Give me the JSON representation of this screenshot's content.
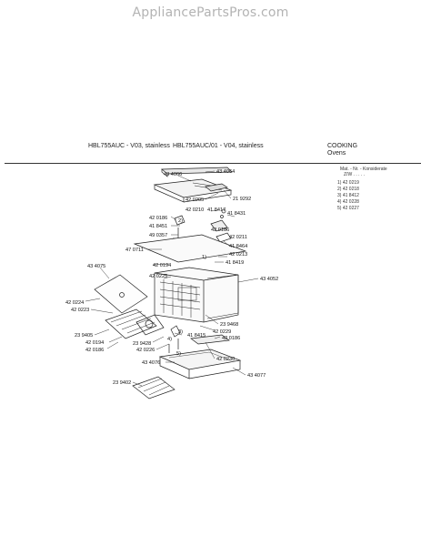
{
  "watermark": "AppliancePartsPros.com",
  "header": {
    "model_left": "HBL755AUC - V03, stainless",
    "model_right": "HBL755AUC/01 - V04, stainless",
    "category": "COOKING",
    "subcategory": "Ovens"
  },
  "side_panel": {
    "title": "Mat. - Nr. - Konsiderate",
    "subtitle": "Z/W  .  .  .  .  .",
    "items": [
      "1) 42 0219",
      "2) 42 0218",
      "3) 41 8412",
      "4) 42 0228",
      "5) 42 0227"
    ]
  },
  "part_labels": [
    "43 4064",
    "43 4066",
    "42 0205",
    "21 9292",
    "42 0210",
    "41 8417",
    "41 8431",
    "42 0186",
    "41 8451",
    "42 0186",
    "49 0357",
    "42 0211",
    "41 8464",
    "47 0711",
    "42 0213",
    "41 8419",
    "42 0194",
    "43 4075",
    "42 0225",
    "43 4052",
    "42 0224",
    "42 0223",
    "23 9468",
    "23 9405",
    "42 0194",
    "42 0229",
    "41 8415",
    "42 0186",
    "42 0186",
    "23 9428",
    "42 0226",
    "42 0230",
    "43 4076",
    "43 4077",
    "23 9402"
  ],
  "callout_numbers": [
    "2)",
    "1)",
    "3)",
    "4)",
    "5)"
  ]
}
